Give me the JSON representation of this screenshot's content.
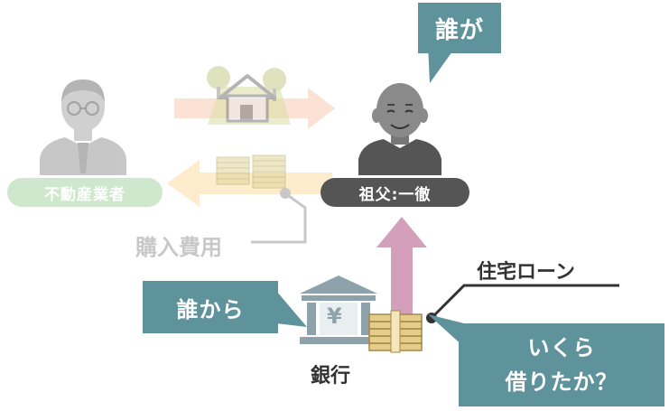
{
  "labels": {
    "who": "誰が",
    "grandfather": "祖父:一徹",
    "realtor": "不動産業者",
    "purchase_cost": "購入費用",
    "mortgage": "住宅ローン",
    "from_whom": "誰から",
    "how_much_line1": "いくら",
    "how_much_line2": "借りたか？",
    "bank": "銀行",
    "yen_sign": "¥"
  },
  "colors": {
    "callout": "#5f939c",
    "dark_pill": "#555555",
    "light_pill": "#cfe8cd",
    "faded_gray": "#b8b8b8",
    "money_arrow": "#fde4b8",
    "property_arrow": "#f9cfb8",
    "loan_arrow": "#d39fba",
    "bank": "#8ea2ab"
  },
  "icons": [
    "realtor-person-icon",
    "property-house-icon",
    "grandfather-person-icon",
    "cash-stack-icon",
    "bank-building-icon"
  ]
}
